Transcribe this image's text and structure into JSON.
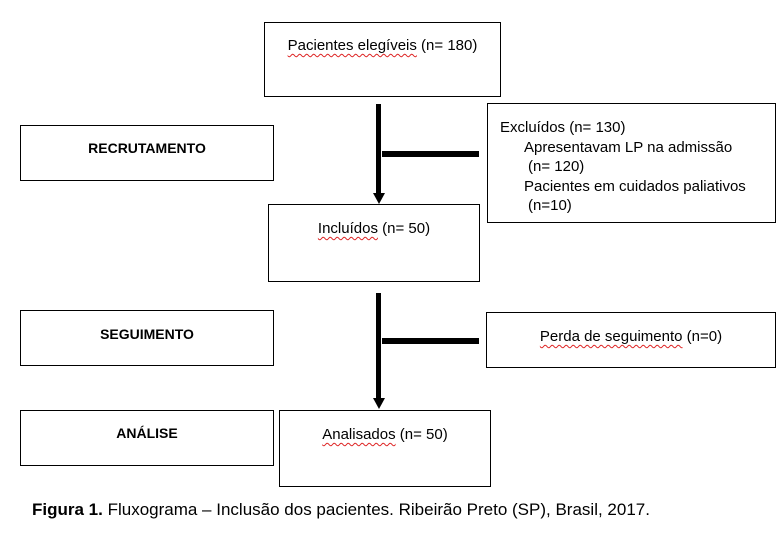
{
  "stages": {
    "recrutamento": "RECRUTAMENTO",
    "seguimento": "SEGUIMENTO",
    "analise": "ANÁLISE"
  },
  "boxes": {
    "eligible": {
      "word": "Pacientes elegíveis",
      "rest": " (n= 180)"
    },
    "included": {
      "word": "Incluídos",
      "rest": " (n= 50)"
    },
    "analyzed": {
      "word": "Analisados",
      "rest": " (n= 50)"
    },
    "followup_loss": {
      "word": "Perda de seguimento",
      "rest": " (n=0)"
    }
  },
  "excluded": {
    "title": "Excluídos (n= 130)",
    "bullet_glyph": "",
    "items": [
      {
        "line1": "Apresentavam LP na admissão",
        "line2": "(n= 120)"
      },
      {
        "line1": "Pacientes em cuidados paliativos",
        "line2": "(n=10)"
      }
    ]
  },
  "caption": {
    "label": "Figura 1.",
    "text": " Fluxograma – Inclusão dos pacientes. Ribeirão Preto (SP), Brasil, 2017."
  }
}
